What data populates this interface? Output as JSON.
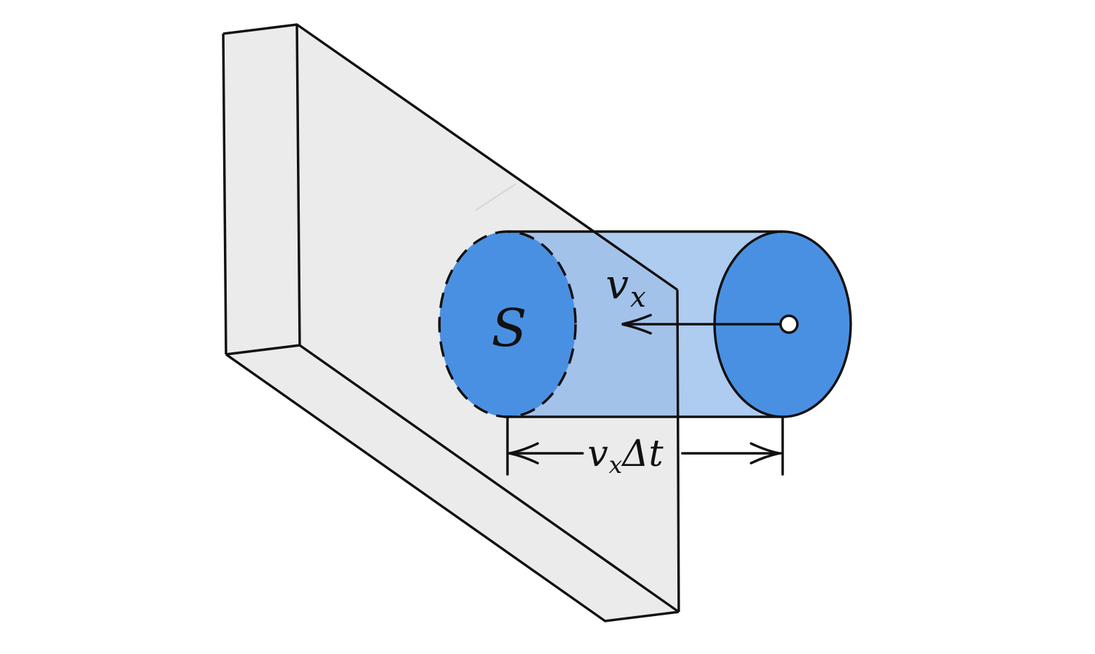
{
  "diagram": {
    "labels": {
      "area_symbol": "S",
      "velocity_symbol": "v",
      "velocity_subscript": "x",
      "length_symbol_v": "v",
      "length_subscript": "x",
      "length_symbol_rest": "Δt"
    },
    "colors": {
      "wall_fill": "#ebebeb",
      "cylinder_body": "#aecbf0",
      "cylinder_body_overlap": "#a2c2ea",
      "disk_fill": "#4a90e2",
      "line": "#111111"
    }
  }
}
